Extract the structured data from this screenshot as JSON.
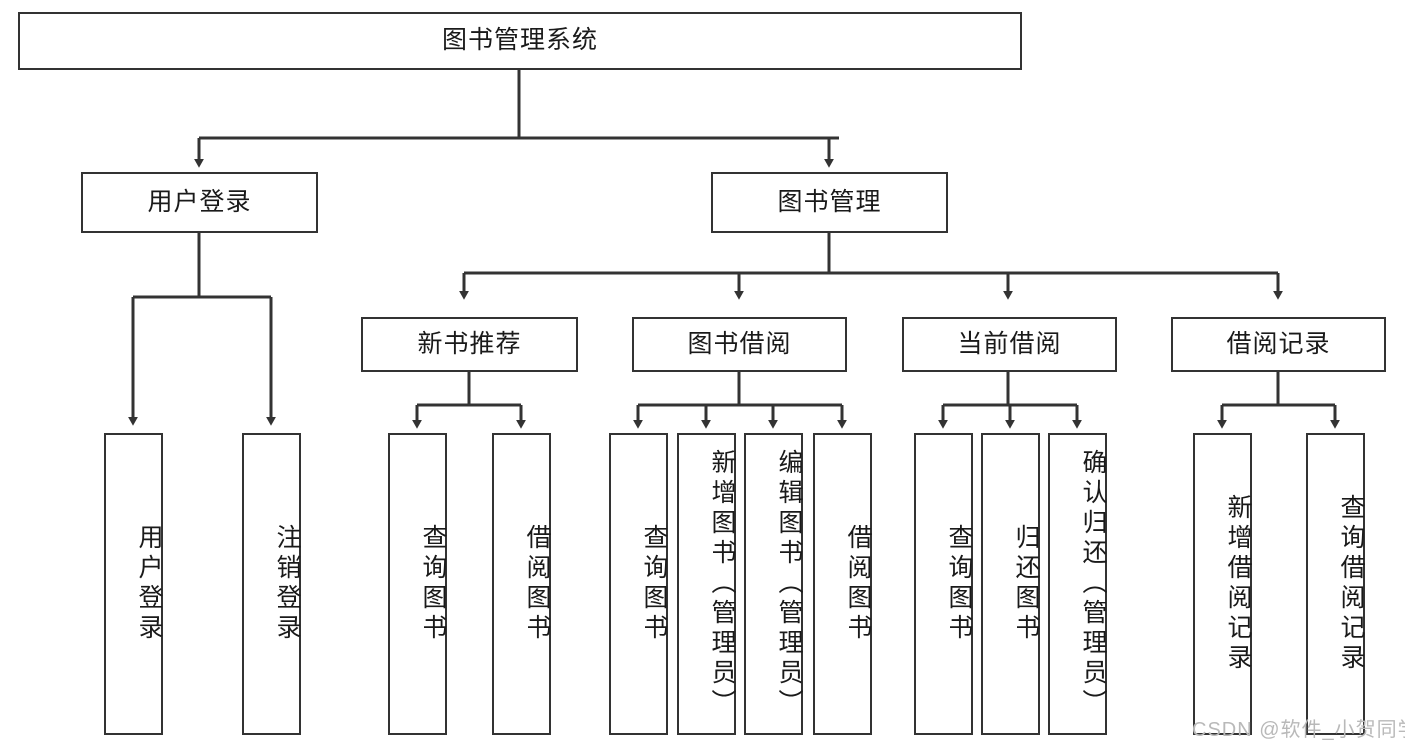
{
  "diagram": {
    "title": "图书管理系统",
    "type": "function-structure-tree",
    "orientation": "top-down",
    "colors": {
      "border": "#333333",
      "node_fill": "#ffffff",
      "edge": "#333333",
      "text": "#1a1a1a",
      "watermark": "#b9b9b9",
      "background": "#ffffff"
    },
    "nodes": {
      "root": {
        "label": "图书管理系统",
        "orientation": "horizontal"
      },
      "level1": [
        {
          "id": "user-login",
          "label": "用户登录",
          "orientation": "horizontal"
        },
        {
          "id": "book-manage",
          "label": "图书管理",
          "orientation": "horizontal"
        }
      ],
      "level2": [
        {
          "id": "new-book-recommend",
          "label": "新书推荐",
          "orientation": "horizontal",
          "parent": "book-manage"
        },
        {
          "id": "book-borrow",
          "label": "图书借阅",
          "orientation": "horizontal",
          "parent": "book-manage"
        },
        {
          "id": "current-borrow",
          "label": "当前借阅",
          "orientation": "horizontal",
          "parent": "book-manage"
        },
        {
          "id": "borrow-record",
          "label": "借阅记录",
          "orientation": "horizontal",
          "parent": "book-manage"
        }
      ],
      "leaves": [
        {
          "id": "leaf-user-login",
          "label": "用户登录",
          "orientation": "vertical",
          "parent": "user-login"
        },
        {
          "id": "leaf-logout-login",
          "label": "注销登录",
          "orientation": "vertical",
          "parent": "user-login"
        },
        {
          "id": "leaf-query-book-1",
          "label": "查询图书",
          "orientation": "vertical",
          "parent": "new-book-recommend"
        },
        {
          "id": "leaf-borrow-book-1",
          "label": "借阅图书",
          "orientation": "vertical",
          "parent": "new-book-recommend"
        },
        {
          "id": "leaf-query-book-2",
          "label": "查询图书",
          "orientation": "vertical",
          "parent": "book-borrow"
        },
        {
          "id": "leaf-add-book",
          "label": "新增图书（管理员）",
          "orientation": "vertical",
          "parent": "book-borrow"
        },
        {
          "id": "leaf-edit-book",
          "label": "编辑图书（管理员）",
          "orientation": "vertical",
          "parent": "book-borrow"
        },
        {
          "id": "leaf-borrow-book-2",
          "label": "借阅图书",
          "orientation": "vertical",
          "parent": "book-borrow"
        },
        {
          "id": "leaf-query-book-3",
          "label": "查询图书",
          "orientation": "vertical",
          "parent": "current-borrow"
        },
        {
          "id": "leaf-return-book",
          "label": "归还图书",
          "orientation": "vertical",
          "parent": "current-borrow"
        },
        {
          "id": "leaf-confirm-return",
          "label": "确认归还（管理员）",
          "orientation": "vertical",
          "parent": "current-borrow"
        },
        {
          "id": "leaf-add-record",
          "label": "新增借阅记录",
          "orientation": "vertical",
          "parent": "borrow-record"
        },
        {
          "id": "leaf-query-record",
          "label": "查询借阅记录",
          "orientation": "vertical",
          "parent": "borrow-record"
        }
      ]
    },
    "watermark": "CSDN @软件_小贺同学"
  }
}
